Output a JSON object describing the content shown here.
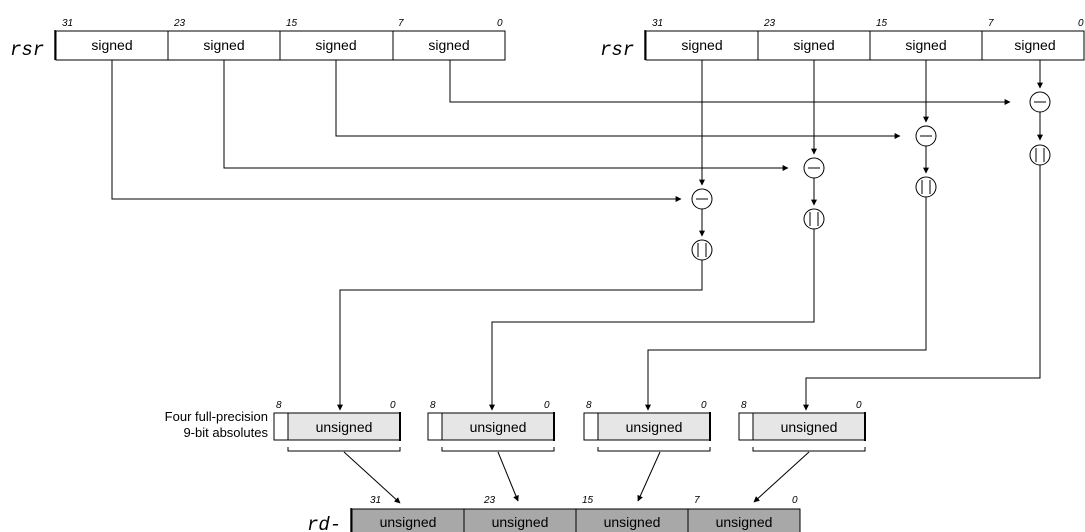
{
  "registers": {
    "left_source": {
      "name": "rsr",
      "bit_labels": [
        "31",
        "23",
        "15",
        "7",
        "0"
      ],
      "fields": [
        "signed",
        "signed",
        "signed",
        "signed"
      ]
    },
    "right_source": {
      "name": "rsr",
      "bit_labels": [
        "31",
        "23",
        "15",
        "7",
        "0"
      ],
      "fields": [
        "signed",
        "signed",
        "signed",
        "signed"
      ]
    },
    "destination": {
      "name": "rd-",
      "bit_labels": [
        "31",
        "23",
        "15",
        "7",
        "0"
      ],
      "fields": [
        "unsigned",
        "unsigned",
        "unsigned",
        "unsigned"
      ]
    }
  },
  "absolutes": {
    "caption_line1": "Four full-precision",
    "caption_line2": "9-bit absolutes",
    "boxes": [
      {
        "hi_bit": "8",
        "lo_bit": "0",
        "field": "unsigned"
      },
      {
        "hi_bit": "8",
        "lo_bit": "0",
        "field": "unsigned"
      },
      {
        "hi_bit": "8",
        "lo_bit": "0",
        "field": "unsigned"
      },
      {
        "hi_bit": "8",
        "lo_bit": "0",
        "field": "unsigned"
      }
    ]
  },
  "operators": {
    "subtract_symbol": "minus",
    "absolute_symbol": "absolute-value"
  },
  "colors": {
    "line": "#000000",
    "absolute_fill": "#e6e6e6",
    "destination_fill": "#a8a8a8",
    "register_fill": "#ffffff"
  }
}
